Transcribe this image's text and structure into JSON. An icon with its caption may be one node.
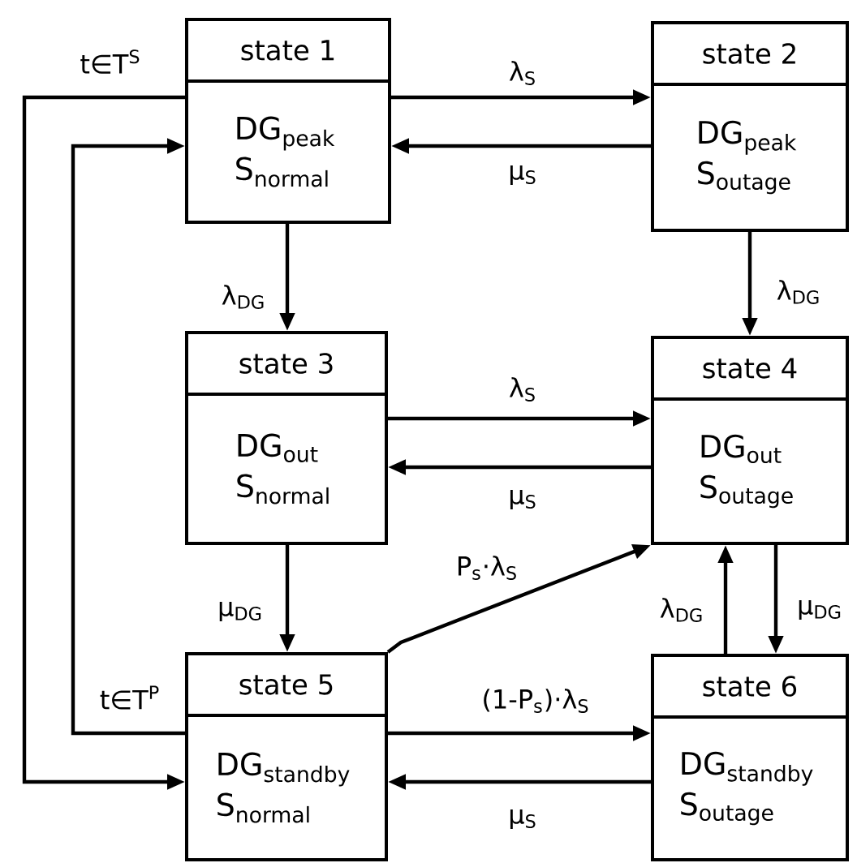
{
  "diagram": {
    "nodes": [
      {
        "text": [
          "state 1",
          "DG$_{peak}$",
          "S$_{normal}$"
        ]
      },
      {
        "text": [
          "state 2",
          "DG$_{peak}$",
          "S$_{outage}$"
        ]
      },
      {
        "text": [
          "state 3",
          "DG$_{out}$",
          "S$_{normal}$"
        ]
      },
      {
        "text": [
          "state 4",
          "DG$_{out}$",
          "S$_{outage}$"
        ]
      },
      {
        "text": [
          "state 5",
          "DG$_{standby}$",
          "S$_{normal}$"
        ]
      },
      {
        "text": [
          "state 6",
          "DG$_{standby}$",
          "S$_{outage}$"
        ]
      }
    ],
    "edges": [
      {
        "from": 0,
        "to": 1,
        "arrow": "to",
        "label": "λ$_{S}$"
      },
      {
        "from": 1,
        "to": 0,
        "arrow": "to",
        "label": "μ$_{S}$"
      },
      {
        "from": 0,
        "to": 2,
        "arrow": "to",
        "label": "λ$_{DG}$"
      },
      {
        "from": 1,
        "to": 3,
        "arrow": "to",
        "label": "λ$_{DG}$"
      },
      {
        "from": 2,
        "to": 3,
        "arrow": "to",
        "label": "λ$_{S}$"
      },
      {
        "from": 3,
        "to": 2,
        "arrow": "to",
        "label": "μ$_{S}$"
      },
      {
        "from": 2,
        "to": 4,
        "arrow": "to",
        "label": "μ$_{DG}$"
      },
      {
        "from": 4,
        "to": 3,
        "arrow": "to",
        "label": "P$_{s}$·λ$_{S}$"
      },
      {
        "from": 5,
        "to": 3,
        "arrow": "to",
        "label": "λ$_{DG}$"
      },
      {
        "from": 3,
        "to": 5,
        "arrow": "to",
        "label": "μ$_{DG}$"
      },
      {
        "from": 4,
        "to": 5,
        "arrow": "to",
        "label": "(1-P$_{s}$)·λ$_{S}$"
      },
      {
        "from": 5,
        "to": 4,
        "arrow": "to",
        "label": "μ$_{S}$"
      },
      {
        "from": 0,
        "to": 4,
        "arrow": "to",
        "label": "t∈T$^{S}$"
      },
      {
        "from": 4,
        "to": 0,
        "arrow": "to",
        "label": "t∈T$^{P}$"
      }
    ]
  }
}
